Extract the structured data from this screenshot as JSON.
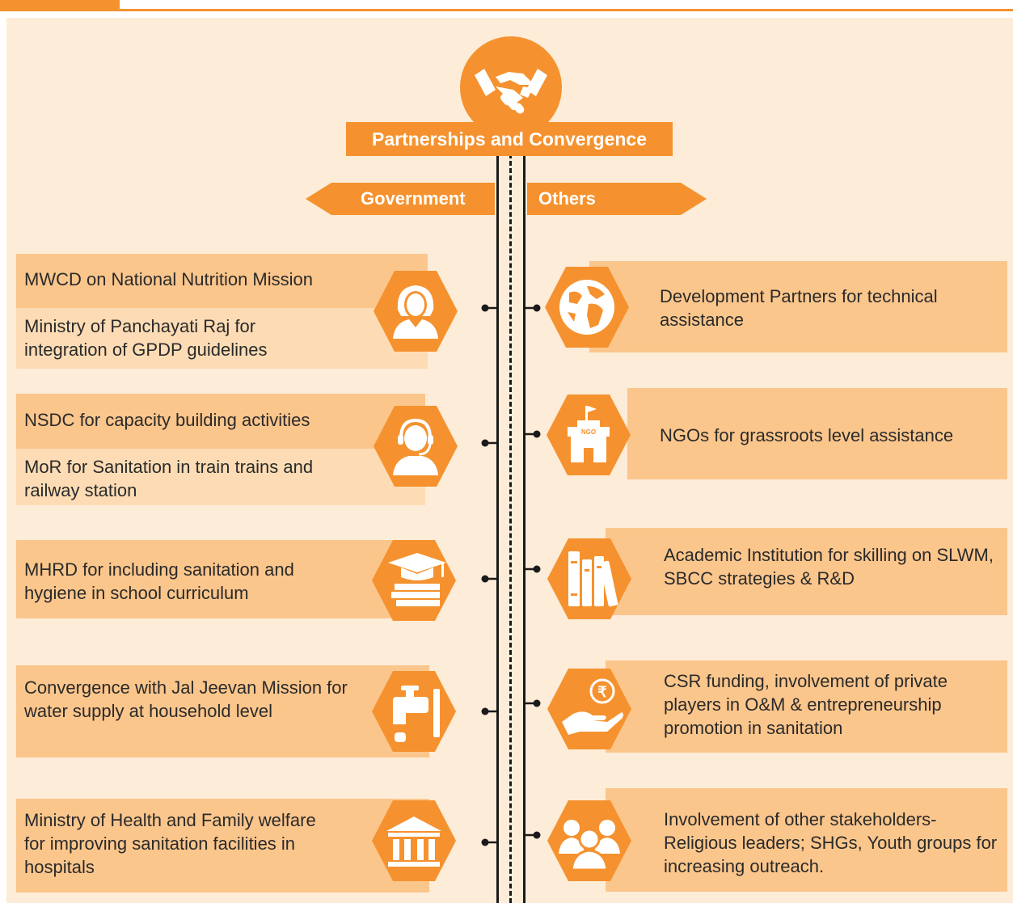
{
  "title": "Partnerships and Convergence",
  "government_label": "Government",
  "others_label": "Others",
  "colors": {
    "accent": "#f5922f",
    "box_dark": "#fbc68c",
    "box_light": "#fddcb5",
    "panel": "#fdecd8"
  },
  "government": [
    {
      "items": [
        "MWCD on National Nutrition Mission",
        "Ministry of Panchayati Raj for integration of GPDP guidelines"
      ],
      "icon": "woman-icon"
    },
    {
      "items": [
        "NSDC for capacity building activities",
        "MoR for Sanitation in train trains and railway station"
      ],
      "icon": "headset-person-icon"
    },
    {
      "items": [
        "MHRD for including sanitation and hygiene in school curriculum"
      ],
      "icon": "graduation-books-icon"
    },
    {
      "items": [
        "Convergence with Jal Jeevan Mission for water supply at household level"
      ],
      "icon": "water-tap-icon"
    },
    {
      "items": [
        "Ministry of Health and Family welfare for improving sanitation facilities in hospitals"
      ],
      "icon": "government-building-icon"
    }
  ],
  "others": [
    {
      "text": "Development Partners for technical assistance",
      "icon": "globe-icon"
    },
    {
      "text": "NGOs for grassroots level assistance",
      "icon": "ngo-building-icon",
      "badge": "NGO"
    },
    {
      "text": "Academic Institution for skilling on SLWM, SBCC strategies & R&D",
      "icon": "books-icon"
    },
    {
      "text": "CSR funding, involvement of private players in O&M & entrepreneurship promotion in sanitation",
      "icon": "rupee-hand-icon",
      "badge": "₹"
    },
    {
      "text": "Involvement of other stakeholders- Religious leaders; SHGs, Youth groups for increasing outreach.",
      "icon": "people-group-icon"
    }
  ]
}
